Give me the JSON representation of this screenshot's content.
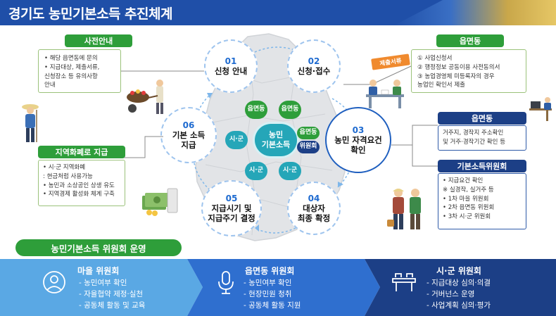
{
  "header": {
    "title": "경기도 농민기본소득 추진체계"
  },
  "center": {
    "label": "농민\n기본소득"
  },
  "inner_nodes": {
    "top_left": "읍면동",
    "top_right": "읍면동",
    "left": "시·군",
    "right_top": "읍면동",
    "right_bottom": "위원회",
    "bottom_left": "시·군",
    "bottom_right": "시·군"
  },
  "steps": [
    {
      "num": "01",
      "label": "신청 안내"
    },
    {
      "num": "02",
      "label": "신청·접수"
    },
    {
      "num": "03",
      "label": "농민 자격요건\n확인"
    },
    {
      "num": "04",
      "label": "대상자\n최종 확정"
    },
    {
      "num": "05",
      "label": "지급시기 및\n지급주기 결정"
    },
    {
      "num": "06",
      "label": "기본 소득\n지급"
    }
  ],
  "boxes": {
    "pre_guide": {
      "title": "사전안내",
      "items": [
        "• 해당 읍면동에 문의",
        "• 지급대상, 제출서류,\n  신청장소 등 유의사항\n  안내"
      ]
    },
    "eup_submit": {
      "title": "읍면동",
      "tag": "제출서류",
      "items": [
        "① 사업신청서",
        "② 행정정보 공동이용 사전동의서",
        "③ 농업경영체 미등록자의 경우\n    농업인 확인서 제출"
      ]
    },
    "eup_check": {
      "title": "읍면동",
      "items": [
        "거주지, 경작지 주소확인",
        "및 거주·경작기간 확인 등"
      ]
    },
    "committee_box": {
      "title": "기본소득위원회",
      "items": [
        "• 지급요건 확인\n  ※ 실경작, 실거주 등",
        "• 1차 마을 위원회",
        "• 2차 읍면동 위원회",
        "• 3차 시·군 위원회"
      ]
    },
    "local_currency": {
      "title": "지역화폐로 지급",
      "items": [
        "• 시·군 지역화폐\n  : 현금처럼 사용가능",
        "• 농민과 소상공인 상생 유도",
        "• 지역경제 활성화 체계 구축"
      ]
    }
  },
  "committee": {
    "title": "농민기본소득 위원회 운영",
    "village": {
      "title": "마을 위원회",
      "items": [
        "- 농민여부 확인",
        "- 자율협약 제정·실천",
        "- 공동체 활동 및 교육"
      ]
    },
    "eupmyeon": {
      "title": "읍면동 위원회",
      "items": [
        "- 농민여부 확인",
        "- 현장민원 청취",
        "- 공동체 활동 지원"
      ]
    },
    "sigun": {
      "title": "시·군 위원회",
      "items": [
        "- 지급대상 심의·의결",
        "- 거버넌스 운영",
        "- 사업계획 심의·평가"
      ]
    }
  },
  "colors": {
    "header": "#1f4fa8",
    "green": "#2e9e3a",
    "hub": "#25a6b8",
    "navy": "#1c3f86"
  }
}
